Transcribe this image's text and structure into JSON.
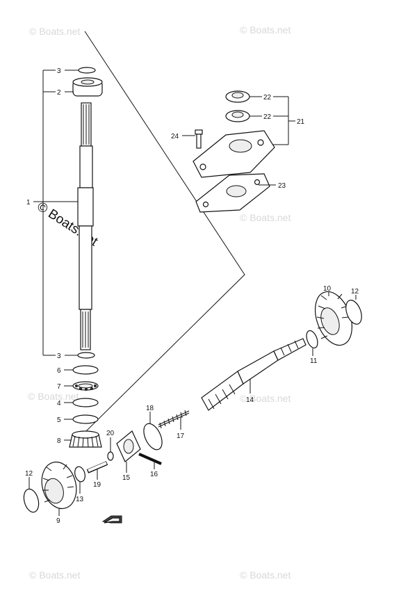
{
  "watermark": {
    "text": "© Boats.net",
    "main_text": "© Boats.net"
  },
  "callouts": [
    {
      "id": "c1",
      "number": "1"
    },
    {
      "id": "c2",
      "number": "2"
    },
    {
      "id": "c3a",
      "number": "3"
    },
    {
      "id": "c3b",
      "number": "3"
    },
    {
      "id": "c4",
      "number": "4"
    },
    {
      "id": "c5",
      "number": "5"
    },
    {
      "id": "c6",
      "number": "6"
    },
    {
      "id": "c7",
      "number": "7"
    },
    {
      "id": "c8",
      "number": "8"
    },
    {
      "id": "c9",
      "number": "9"
    },
    {
      "id": "c10",
      "number": "10"
    },
    {
      "id": "c11",
      "number": "11"
    },
    {
      "id": "c12a",
      "number": "12"
    },
    {
      "id": "c12b",
      "number": "12"
    },
    {
      "id": "c13",
      "number": "13"
    },
    {
      "id": "c14",
      "number": "14"
    },
    {
      "id": "c15",
      "number": "15"
    },
    {
      "id": "c16",
      "number": "16"
    },
    {
      "id": "c17",
      "number": "17"
    },
    {
      "id": "c18",
      "number": "18"
    },
    {
      "id": "c19",
      "number": "19"
    },
    {
      "id": "c20",
      "number": "20"
    },
    {
      "id": "c21",
      "number": "21"
    },
    {
      "id": "c22a",
      "number": "22"
    },
    {
      "id": "c22b",
      "number": "22"
    },
    {
      "id": "c23",
      "number": "23"
    },
    {
      "id": "c24",
      "number": "24"
    }
  ],
  "colors": {
    "ink": "#111111",
    "watermark": "#d8d8d8",
    "background": "#ffffff"
  },
  "icons": {
    "front_arrow": "front-direction-arrow-icon"
  }
}
